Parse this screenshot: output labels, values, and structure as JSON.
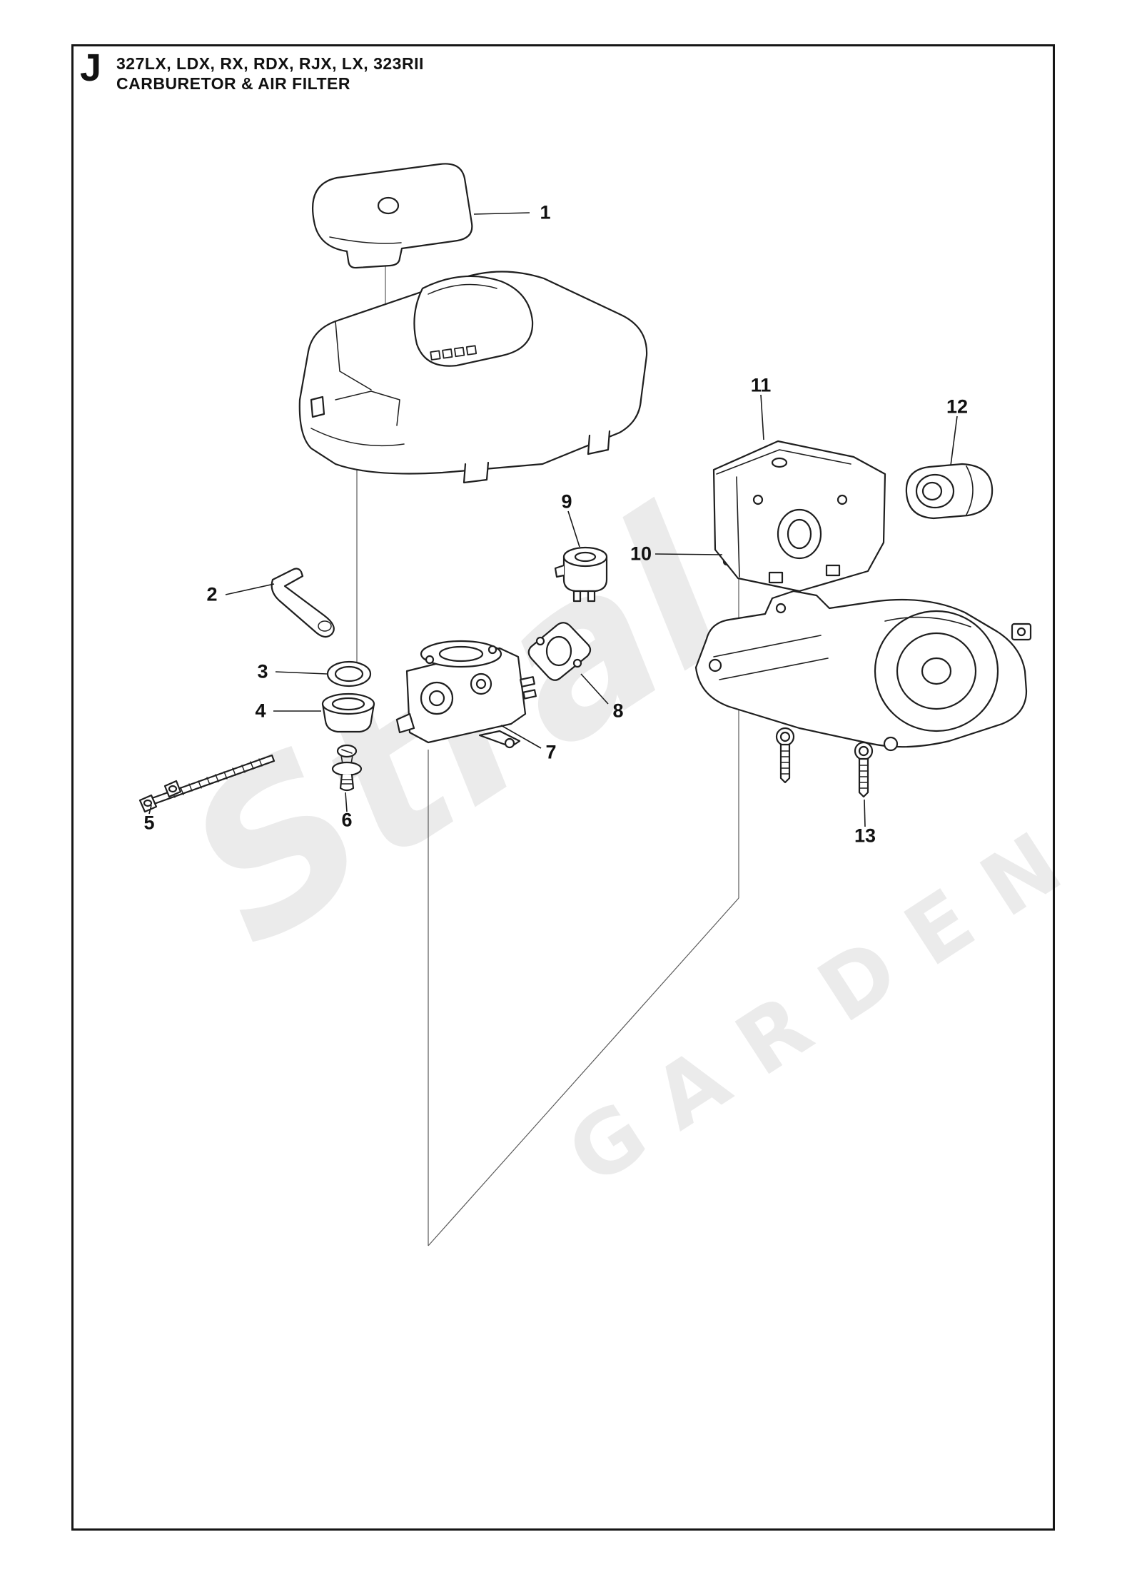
{
  "header": {
    "section_letter": "J",
    "models": "327LX, LDX, RX, RDX, RJX, LX, 323RII",
    "subtitle": "CARBURETOR & AIR FILTER"
  },
  "watermark": {
    "brand": "Stral",
    "sub": "GARDEN"
  },
  "callouts": [
    {
      "label": "1"
    },
    {
      "label": "2"
    },
    {
      "label": "3"
    },
    {
      "label": "4"
    },
    {
      "label": "5"
    },
    {
      "label": "6"
    },
    {
      "label": "7"
    },
    {
      "label": "8"
    },
    {
      "label": "9"
    },
    {
      "label": "10"
    },
    {
      "label": "11"
    },
    {
      "label": "12"
    },
    {
      "label": "13"
    }
  ]
}
